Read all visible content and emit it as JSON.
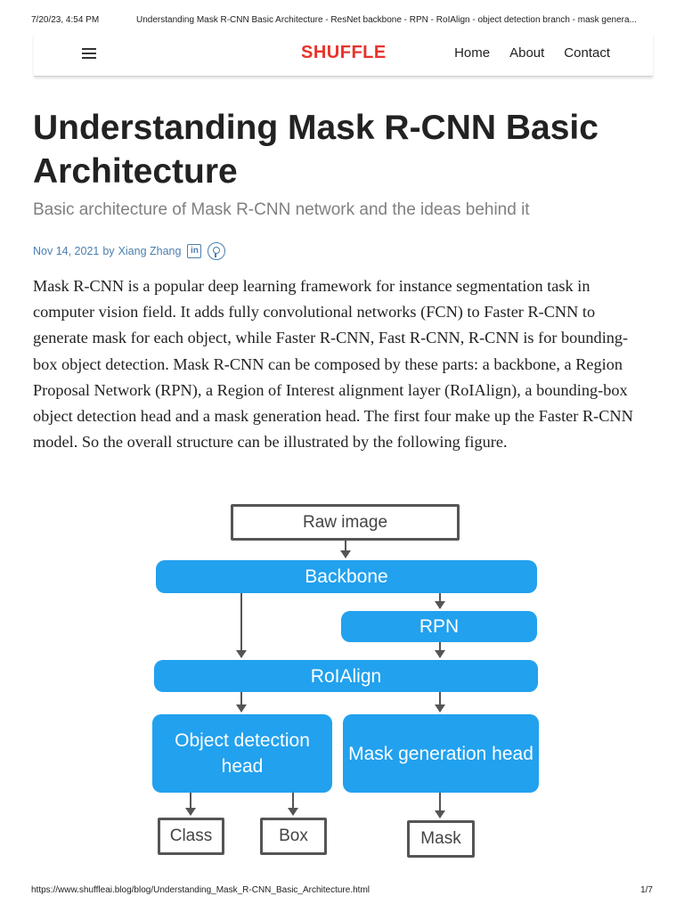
{
  "print_header": {
    "date": "7/20/23, 4:54 PM",
    "title": "Understanding Mask R-CNN Basic Architecture - ResNet backbone - RPN - RoIAlign - object detection branch - mask genera..."
  },
  "navbar": {
    "menu_icon": "hamburger-menu-icon",
    "brand": "SHUFFLE",
    "links": [
      "Home",
      "About",
      "Contact"
    ],
    "brand_color": "#e8332a"
  },
  "post": {
    "title": "Understanding Mask R-CNN Basic Architecture",
    "subtitle": "Basic architecture of Mask R-CNN network and the ideas behind it",
    "date": "Nov 14, 2021",
    "by": "by",
    "author": "Xiang Zhang",
    "social_icons": [
      "linkedin-icon",
      "github-icon"
    ],
    "body": "Mask R-CNN is a popular deep learning framework for instance segmentation task in computer vision field. It adds fully convolutional networks (FCN) to Faster R-CNN to generate mask for each object, while Faster R-CNN, Fast R-CNN, R-CNN is for bounding-box object detection. Mask R-CNN can be composed by these parts: a backbone, a Region Proposal Network (RPN), a Region of Interest alignment layer (RoIAlign), a bounding-box object detection head and a mask generation head. The first four make up the Faster R-CNN model. So the overall structure can be illustrated by the following figure."
  },
  "figure": {
    "raw_image": "Raw image",
    "backbone": "Backbone",
    "rpn": "RPN",
    "roialign": "RoIAlign",
    "object_detection_head": "Object detection head",
    "mask_generation_head": "Mask generation head",
    "class": "Class",
    "box": "Box",
    "mask": "Mask",
    "block_color": "#22a1ee"
  },
  "print_footer": {
    "url": "https://www.shuffleai.blog/blog/Understanding_Mask_R-CNN_Basic_Architecture.html",
    "page": "1/7"
  }
}
